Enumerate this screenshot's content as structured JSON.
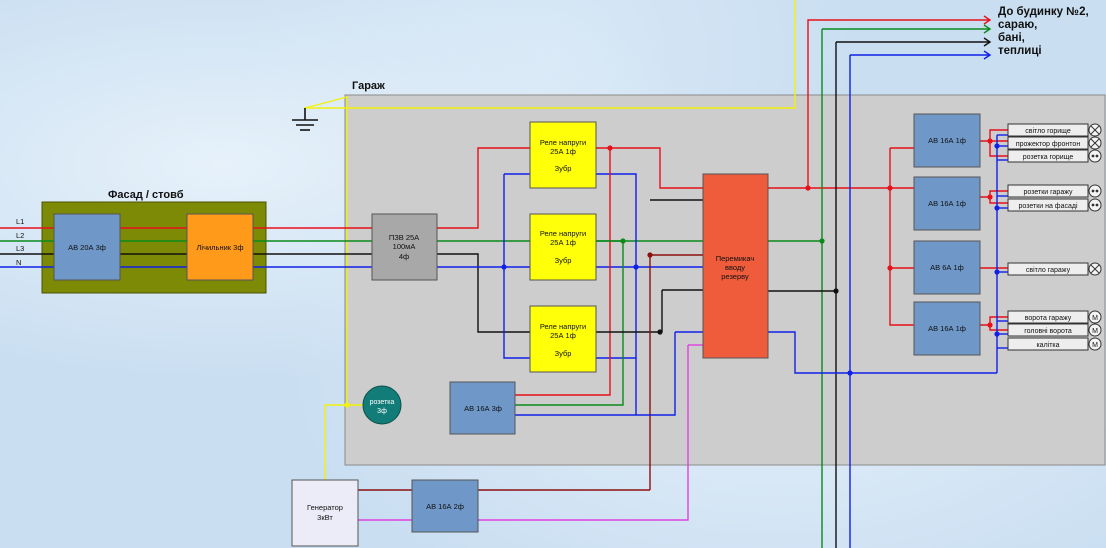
{
  "headings": {
    "garage": "Гараж",
    "facade": "Фасад / стовб",
    "destination": [
      "До будинку №2,",
      "сараю,",
      "бані,",
      "теплиці"
    ]
  },
  "line_labels": [
    "L1",
    "L2",
    "L3",
    "N"
  ],
  "blocks": {
    "ab20": "АВ 20А 3ф",
    "meter": "Лічильник 3ф",
    "rcd": [
      "ПЗВ 25А",
      "100мА",
      "4ф"
    ],
    "relay1": [
      "Реле напруги",
      "25А 1ф",
      "Зубр"
    ],
    "relay2": [
      "Реле напруги",
      "25А 1ф",
      "Зубр"
    ],
    "relay3": [
      "Реле напруги",
      "25А 1ф",
      "Зубр"
    ],
    "switch": [
      "Перемикач",
      "вводу",
      "резерву"
    ],
    "socket3": [
      "розетка",
      "3ф"
    ],
    "ab16_3": "АВ 16А 3ф",
    "generator": [
      "Генератор",
      "3кВт"
    ],
    "ab16_2": "АВ 16А  2ф",
    "ab16_a": "АВ 16А 1ф",
    "ab16_b": "АВ 16А 1ф",
    "ab6": "АВ 6А 1ф",
    "ab16_c": "АВ 16А 1ф"
  },
  "loads": [
    {
      "label": "світло горище",
      "icon": "lamp-icon"
    },
    {
      "label": "прожектор фронтон",
      "icon": "lamp-icon"
    },
    {
      "label": "розетка горище",
      "icon": "socket-icon"
    },
    {
      "label": "розетки гаражу",
      "icon": "socket-icon"
    },
    {
      "label": "розетки на фасаді",
      "icon": "socket-icon"
    },
    {
      "label": "світло гаражу",
      "icon": "lamp-icon"
    },
    {
      "label": "ворота гаражу",
      "icon": "motor-icon",
      "symbol": "M"
    },
    {
      "label": "головні ворота",
      "icon": "motor-icon",
      "symbol": "M"
    },
    {
      "label": "калітка",
      "icon": "motor-icon",
      "symbol": "M"
    }
  ],
  "colors": {
    "red": "#e8101a",
    "green": "#0a8a1a",
    "blue": "#1020e8",
    "black": "#111111",
    "yellow": "#f2f20a",
    "magenta": "#e040e0",
    "breaker": "#6f98c8",
    "relay": "#ffff0a",
    "switch": "#ee5c3c",
    "meter": "#ff9a1a",
    "rcd": "#a8a8a8",
    "facade_panel": "#7d8a06",
    "garage_panel": "#cdcdcd",
    "socket": "#127c78"
  }
}
